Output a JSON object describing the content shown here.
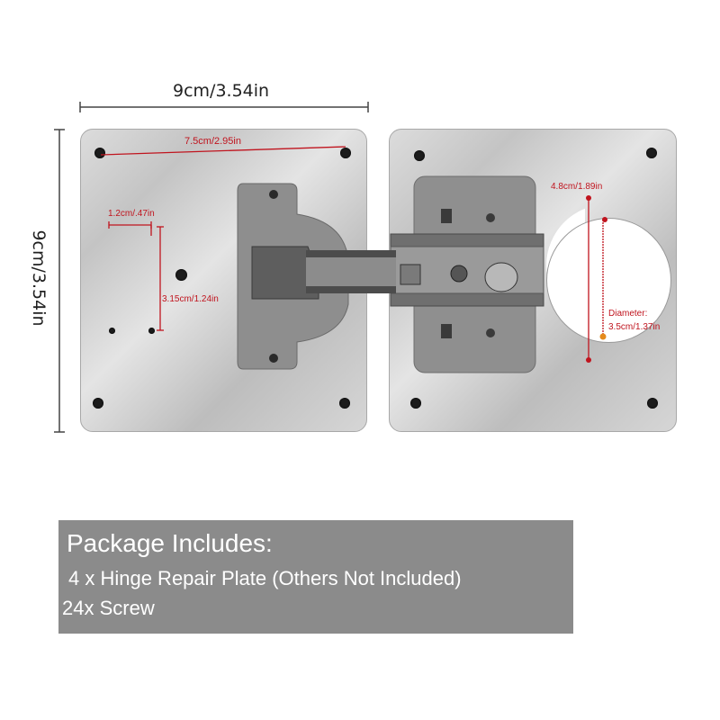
{
  "dimensions": {
    "top_width": "9cm/3.54in",
    "side_height": "9cm/3.54in",
    "hole_spacing": "7.5cm/2.95in",
    "small_offset": "1.2cm/.47in",
    "vertical_spacing": "3.15cm/1.24in",
    "hole_offset": "4.8cm/1.89in",
    "diameter_label": "Diameter:",
    "diameter_value": "3.5cm/1.37in"
  },
  "package": {
    "title": "Package Includes:",
    "line1": "4 x Hinge Repair Plate (Others Not Included)",
    "line2": "24x Screw"
  },
  "colors": {
    "measure_red": "#c0141e",
    "panel_gray": "#8b8b8b",
    "plate_steel": "#cfcfcf"
  }
}
